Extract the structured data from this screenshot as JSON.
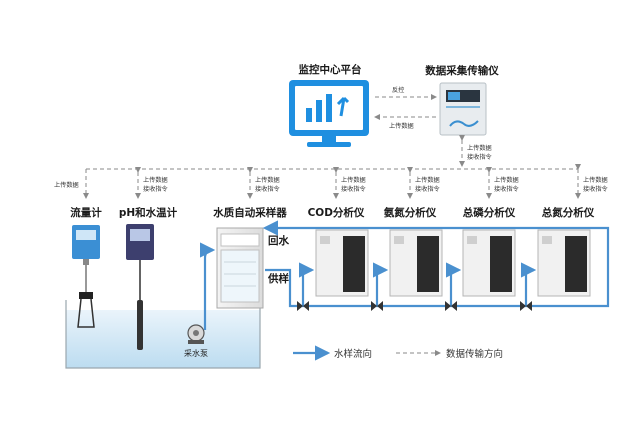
{
  "platform": {
    "title": "监控中心平台"
  },
  "collector": {
    "title": "数据采集传输仪"
  },
  "links": {
    "reverse_control": "反控",
    "upload": "上传数据",
    "receive": "接收指令"
  },
  "instruments": {
    "flowmeter": "流量计",
    "ph": "pH和水温计",
    "sampler": "水质自动采样器",
    "cod": "COD分析仪",
    "ammonia": "氨氮分析仪",
    "phosphorus": "总磷分析仪",
    "nitrogen": "总氮分析仪"
  },
  "flow": {
    "return": "回水",
    "supply": "供样",
    "pump": "采水泵"
  },
  "legend": {
    "water_flow": "水样流向",
    "data_flow": "数据传输方向"
  },
  "colors": {
    "pipe": "#4a90cf",
    "dashed": "#8a8a8a",
    "monitor": "#1f8fe0"
  }
}
